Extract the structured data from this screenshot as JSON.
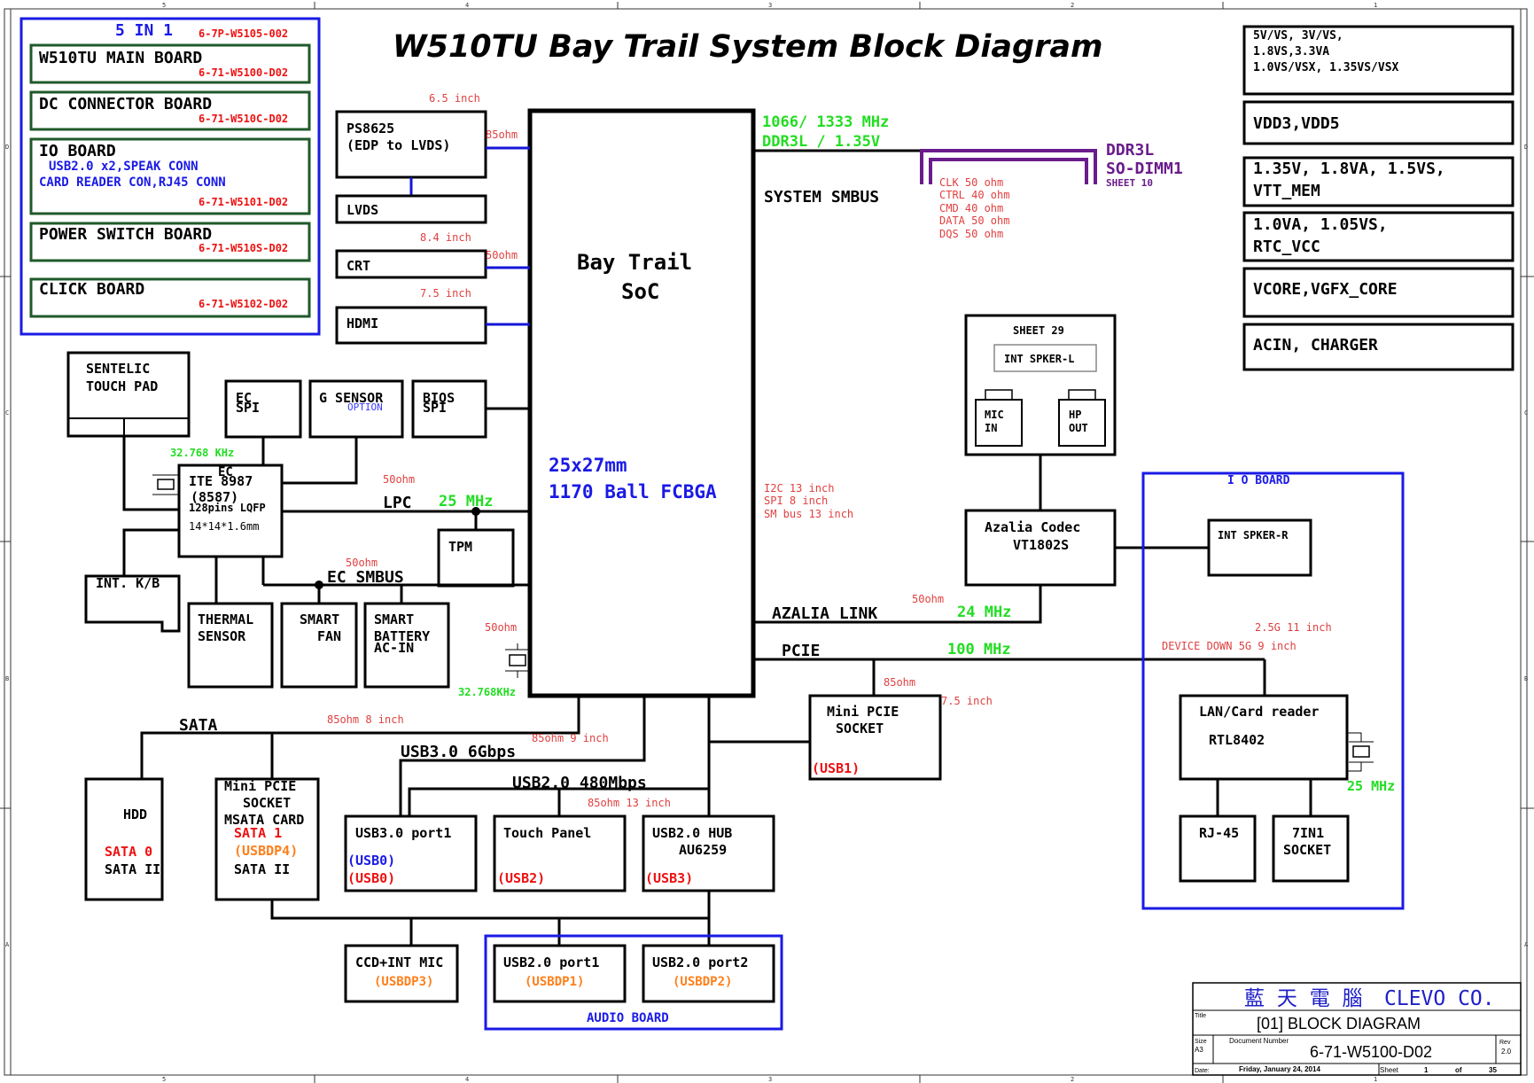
{
  "title": "W510TU Bay Trail System Block Diagram",
  "board_list": {
    "header": "5 IN 1",
    "header_code": "6-7P-W5105-002",
    "boards": [
      {
        "name": "W510TU MAIN BOARD",
        "code": "6-71-W5100-D02"
      },
      {
        "name": "DC CONNECTOR BOARD",
        "code": "6-71-W510C-D02"
      },
      {
        "name": "IO BOARD",
        "line2": "USB2.0 x2,SPEAK CONN",
        "line3": "CARD READER CON,RJ45 CONN",
        "code": "6-71-W5101-D02"
      },
      {
        "name": "POWER SWITCH BOARD",
        "code": "6-71-W510S-D02"
      },
      {
        "name": "CLICK BOARD",
        "code": "6-71-W5102-D02"
      }
    ]
  },
  "power_list": [
    {
      "line1": "5V/VS, 3V/VS,",
      "line2": "1.8VS,3.3VA",
      "line3": "1.0VS/VSX, 1.35VS/VSX"
    },
    {
      "line1": "VDD3,VDD5"
    },
    {
      "line1": "1.35V, 1.8VA, 1.5VS,",
      "line2": "VTT_MEM"
    },
    {
      "line1": "1.0VA, 1.05VS,",
      "line2": "RTC_VCC"
    },
    {
      "line1": "VCORE,VGFX_CORE"
    },
    {
      "line1": "ACIN, CHARGER"
    }
  ],
  "soc": {
    "name_line1": "Bay Trail",
    "name_line2": "SoC",
    "pkg_line1": "25x27mm",
    "pkg_line2": "1170 Ball FCBGA"
  },
  "display": {
    "ps8625_line1": "PS8625",
    "ps8625_line2": "(EDP to LVDS)",
    "ps8625_len": "6.5 inch",
    "ps8625_imp": "85ohm",
    "lvds": "LVDS",
    "crt": "CRT",
    "crt_len": "8.4 inch",
    "crt_imp": "50ohm",
    "hdmi": "HDMI",
    "hdmi_len": "7.5 inch"
  },
  "memory": {
    "freq": "1066/ 1333 MHz",
    "type": "DDR3L / 1.35V",
    "dimm_line1": "DDR3L",
    "dimm_line2": "SO-DIMM1",
    "dimm_sheet": "SHEET 10",
    "smbus": "SYSTEM SMBUS",
    "imp_lines": [
      "CLK 50 ohm",
      "CTRL  40 ohm",
      "CMD  40 ohm",
      "DATA  50 ohm",
      "DQS   50 ohm"
    ]
  },
  "bus_notes": [
    "I2C 13 inch",
    "SPI 8 inch",
    "SM bus 13 inch"
  ],
  "ec": {
    "touchpad_line1": "SENTELIC",
    "touchpad_line2": "TOUCH PAD",
    "ec_spi_line1": "EC",
    "ec_spi_line2": "SPI",
    "gsensor": "G SENSOR",
    "gsensor_opt": "OPTION",
    "bios_line1": "BIOS",
    "bios_line2": "SPI",
    "crystal": "32.768 KHz",
    "ec_label": "EC",
    "ec_chip_line1": "ITE 8987",
    "ec_chip_line2": "(8587)",
    "ec_chip_line3": "128pins LQFP",
    "ec_chip_line4": "14*14*1.6mm",
    "lpc_imp": "50ohm",
    "lpc": "LPC",
    "lpc_freq": "25 MHz",
    "tpm": "TPM",
    "kb": "INT. K/B",
    "smbus_imp": "50ohm",
    "smbus": "EC SMBUS",
    "thermal_line1": "THERMAL",
    "thermal_line2": "SENSOR",
    "fan_line1": "SMART",
    "fan_line2": "FAN",
    "batt_line1": "SMART",
    "batt_line2": "BATTERY",
    "batt_line3": "AC-IN",
    "rtc_imp": "50ohm",
    "rtc_crystal": "32.768KHz"
  },
  "audio": {
    "sheet": "SHEET 29",
    "spk_l": "INT SPKER-L",
    "mic_line1": "MIC",
    "mic_line2": "IN",
    "hp_line1": "HP",
    "hp_line2": "OUT",
    "codec_line1": "Azalia Codec",
    "codec_line2": "VT1802S",
    "spk_r": "INT SPKER-R",
    "link_imp": "50ohm",
    "link": "AZALIA LINK",
    "link_freq": "24 MHz"
  },
  "pcie": {
    "label": "PCIE",
    "freq": "100 MHz",
    "imp": "85ohm",
    "len": "7.5 inch",
    "minipcie_line1": "Mini PCIE",
    "minipcie_line2": "SOCKET",
    "minipcie_usb": "(USB1)",
    "io_board": "I O BOARD",
    "lan_len1": "2.5G 11 inch",
    "lan_len2": "DEVICE DOWN  5G 9 inch",
    "lan_line1": "LAN/Card reader",
    "lan_line2": "RTL8402",
    "lan_freq": "25 MHz",
    "rj45": "RJ-45",
    "card_line1": "7IN1",
    "card_line2": "SOCKET"
  },
  "storage": {
    "sata": "SATA",
    "sata_note": "85ohm   8 inch",
    "hdd": "HDD",
    "hdd_port": "SATA 0",
    "hdd_gen": "SATA II",
    "msata_line1": "Mini PCIE",
    "msata_line2": "SOCKET",
    "msata_line3": "MSATA CARD",
    "msata_port": "SATA 1",
    "msata_usb": "(USBDP4)",
    "msata_gen": "SATA II"
  },
  "usb": {
    "usb3_note": "85ohm   9 inch",
    "usb3": "USB3.0 6Gbps",
    "usb2": "USB2.0 480Mbps",
    "usb2_note": "85ohm   13 inch",
    "port3": "USB3.0 port1",
    "port3_a": "(USB0)",
    "port3_b": "(USB0)",
    "touch": "Touch Panel",
    "touch_usb": "(USB2)",
    "hub_line1": "USB2.0  HUB",
    "hub_line2": "AU6259",
    "hub_usb": "(USB3)",
    "ccd": "CCD+INT MIC",
    "ccd_usb": "(USBDP3)",
    "p1": "USB2.0 port1",
    "p1_usb": "(USBDP1)",
    "p2": "USB2.0 port2",
    "p2_usb": "(USBDP2)",
    "audio_board": "AUDIO BOARD"
  },
  "title_block": {
    "company_cn": "藍 天 電 腦",
    "company": "CLEVO CO.",
    "title_lbl": "Title",
    "title": "[01] BLOCK DIAGRAM",
    "size_lbl": "Size",
    "size": "A3",
    "docnum_lbl": "Document Number",
    "docnum": "6-71-W5100-D02",
    "rev_lbl": "Rev",
    "rev": "2.0",
    "date_lbl": "Date:",
    "date": "Friday, January 24, 2014",
    "sheet_lbl": "Sheet",
    "sheet": "1",
    "of_lbl": "of",
    "total": "35"
  },
  "frame_marks": {
    "cols": [
      "5",
      "4",
      "3",
      "2",
      "1"
    ],
    "rows": [
      "D",
      "C",
      "B",
      "A"
    ]
  },
  "colors": {
    "green": "#22dd22",
    "blue": "#1a1ae6",
    "red": "#ee1111",
    "orange": "#ff7f1a",
    "purple": "#6a1c8c",
    "note_red": "#e04040"
  }
}
